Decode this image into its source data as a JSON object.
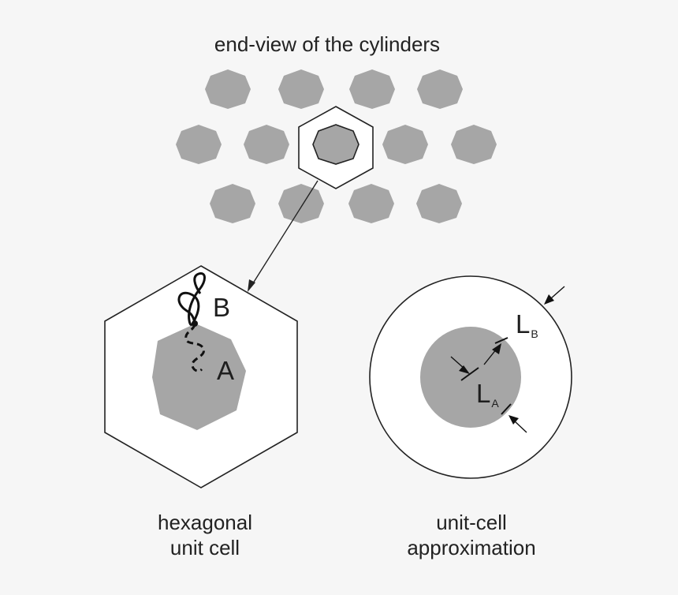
{
  "title": "end-view of the cylinders",
  "hex_label": {
    "line1": "hexagonal",
    "line2": "unit cell"
  },
  "approx_label": {
    "line1": "unit-cell",
    "line2": "approximation"
  },
  "block_a": "A",
  "block_b": "B",
  "la": {
    "main": "L",
    "sub": "A"
  },
  "lb": {
    "main": "L",
    "sub": "B"
  },
  "colors": {
    "background": "#f6f6f6",
    "cylinder": "#a6a6a6",
    "outline": "#222222"
  },
  "lattice": {
    "rows": [
      4,
      5,
      4
    ],
    "highlighted_cylinder": "row 2, position 3"
  }
}
